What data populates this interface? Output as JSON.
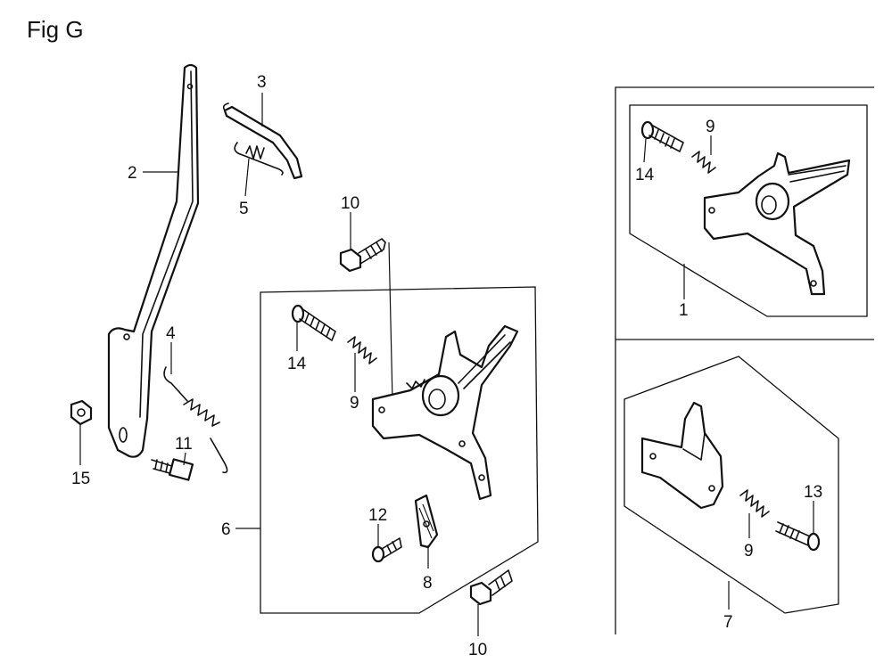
{
  "figure": {
    "title": "Fig G"
  },
  "callouts": {
    "c1": "1",
    "c2": "2",
    "c3": "3",
    "c4": "4",
    "c5": "5",
    "c6": "6",
    "c7": "7",
    "c8": "8",
    "c9a": "9",
    "c9b": "9",
    "c9c": "9",
    "c10a": "10",
    "c10b": "10",
    "c11": "11",
    "c12": "12",
    "c13": "13",
    "c14a": "14",
    "c14b": "14",
    "c15": "15"
  }
}
